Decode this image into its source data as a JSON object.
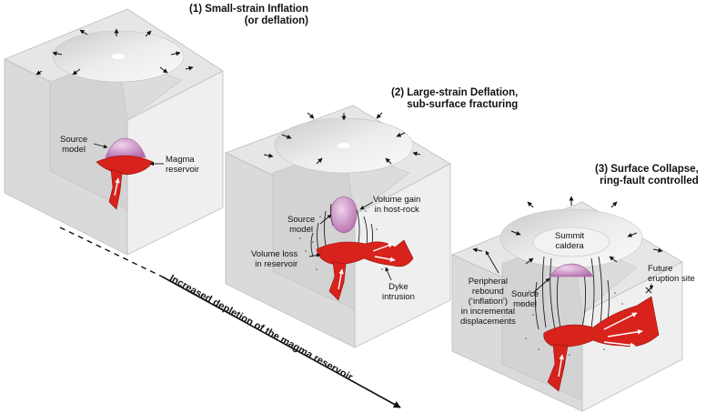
{
  "panels": [
    {
      "title_line1": "(1) Small-strain Inflation",
      "title_line2": "(or deflation)",
      "labels": {
        "source_model_1": "Source",
        "source_model_2": "model",
        "magma_reservoir_1": "Magma",
        "magma_reservoir_2": "reservoir"
      }
    },
    {
      "title_line1": "(2) Large-strain Deflation,",
      "title_line2": "sub-surface fracturing",
      "labels": {
        "source_model_1": "Source",
        "source_model_2": "model",
        "volume_gain_1": "Volume gain",
        "volume_gain_2": "in host-rock",
        "volume_loss_1": "Volume loss",
        "volume_loss_2": "in reservoir",
        "dyke_1": "Dyke",
        "dyke_2": "intrusion"
      }
    },
    {
      "title_line1": "(3) Surface Collapse,",
      "title_line2": "ring-fault controlled",
      "labels": {
        "summit_caldera_1": "Summit",
        "summit_caldera_2": "caldera",
        "future_eruption_1": "Future",
        "future_eruption_2": "eruption site",
        "rebound_1": "Peripheral",
        "rebound_2": "rebound",
        "rebound_3": "(‘inflation’)",
        "rebound_4": "in incremental",
        "rebound_5": "displacements",
        "source_model_1": "Source",
        "source_model_2": "model"
      }
    }
  ],
  "axis": {
    "label": "Increased depletion of the magma reservoir"
  },
  "colors": {
    "block_top": "#e4e4e4",
    "block_front": "#d9d9d9",
    "block_side": "#eeeeee",
    "depression": "#f7f7f7",
    "magma": "#d8221c",
    "source": "#c988c4"
  }
}
